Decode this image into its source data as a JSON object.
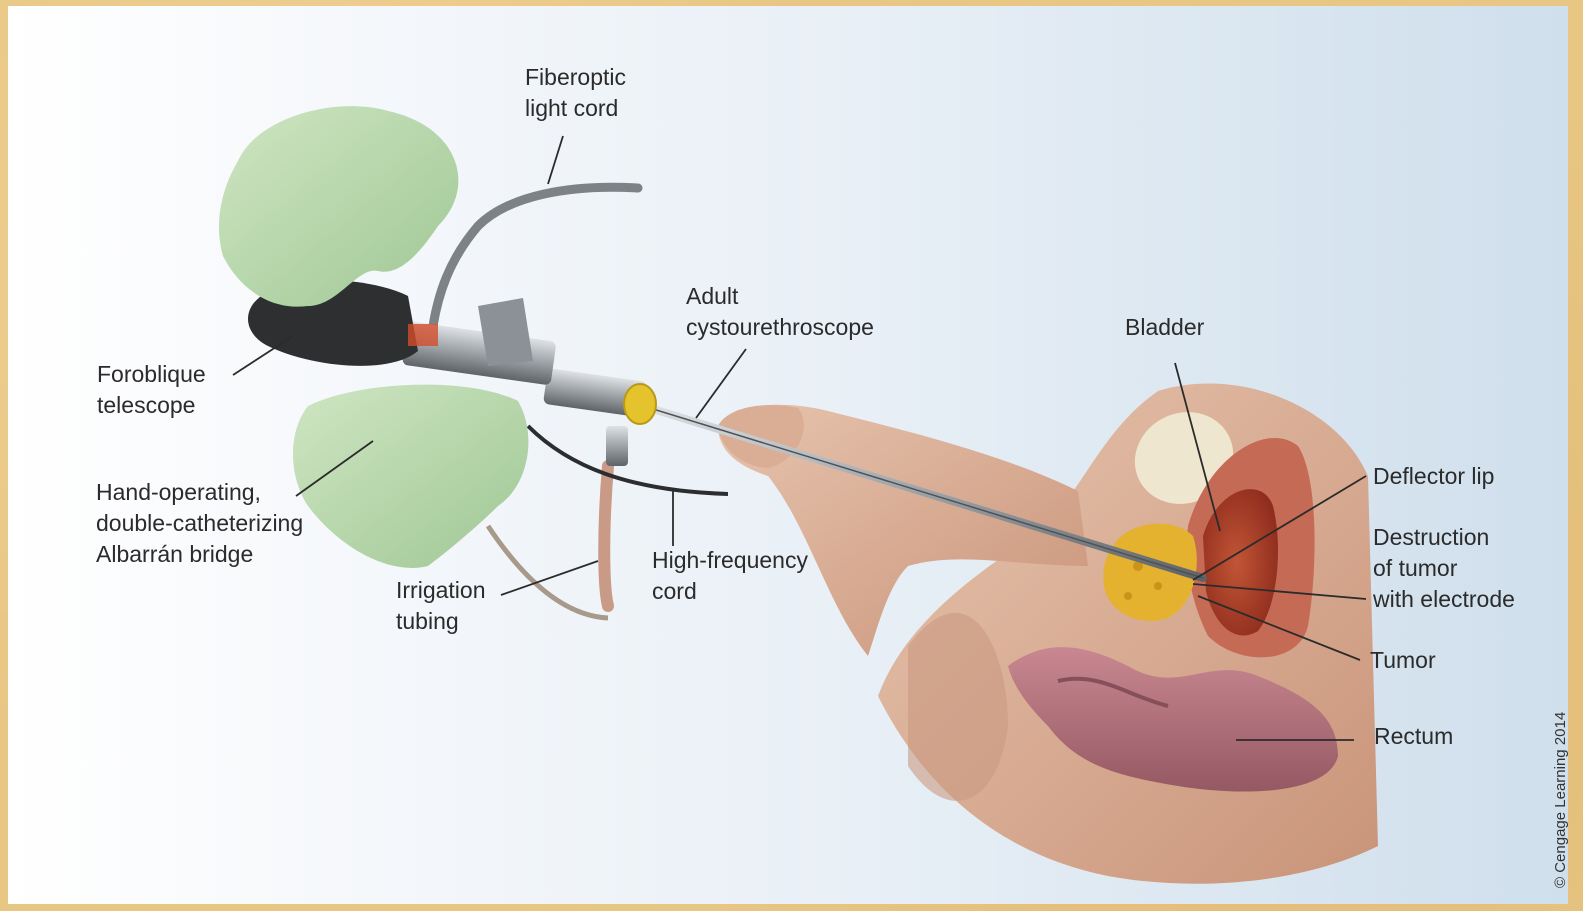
{
  "labels": {
    "fiberoptic": [
      "Fiberoptic",
      "light cord"
    ],
    "foroblique": [
      "Foroblique",
      "telescope"
    ],
    "hand_operating": [
      "Hand-operating,",
      "double-catheterizing",
      "Albarrán bridge"
    ],
    "irrigation": [
      "Irrigation",
      "tubing"
    ],
    "high_frequency": [
      "High-frequency",
      "cord"
    ],
    "adult": [
      "Adult",
      "cystourethroscope"
    ],
    "bladder": "Bladder",
    "deflector": "Deflector lip",
    "destruction": [
      "Destruction",
      "of tumor",
      "with electrode"
    ],
    "tumor": "Tumor",
    "rectum": "Rectum"
  },
  "credit": "© Cengage Learning 2014",
  "colors": {
    "frame": "#e8c684",
    "glove": "#b9d9ad",
    "skin": "#d6a98f",
    "bladder": "#b6452f",
    "tumor": "#e4b22e",
    "rectum": "#b06f78",
    "instrument": "#6b6f73"
  }
}
